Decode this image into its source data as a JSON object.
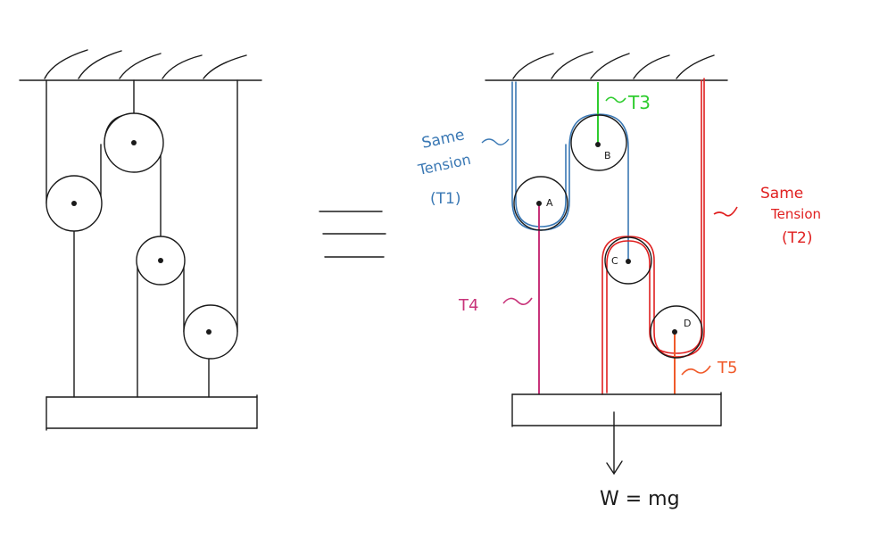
{
  "colors": {
    "ink": "#1a1a1a",
    "tension1": "#3a78b4",
    "tension2": "#e02020",
    "tension3": "#2ecc2e",
    "tension4": "#c8347a",
    "tension5": "#f05a2a"
  },
  "labels": {
    "equals": "≡",
    "pulley_a": "A",
    "pulley_b": "B",
    "pulley_c": "C",
    "pulley_d": "D",
    "t1_note_line1": "Same",
    "t1_note_line2": "Tension",
    "t1_note_line3": "(T1)",
    "t2_note_line1": "Same",
    "t2_note_line2": "Tension",
    "t2_note_line3": "(T2)",
    "t3": "T3",
    "t4": "T4",
    "t5": "T5",
    "weight": "W = mg"
  }
}
